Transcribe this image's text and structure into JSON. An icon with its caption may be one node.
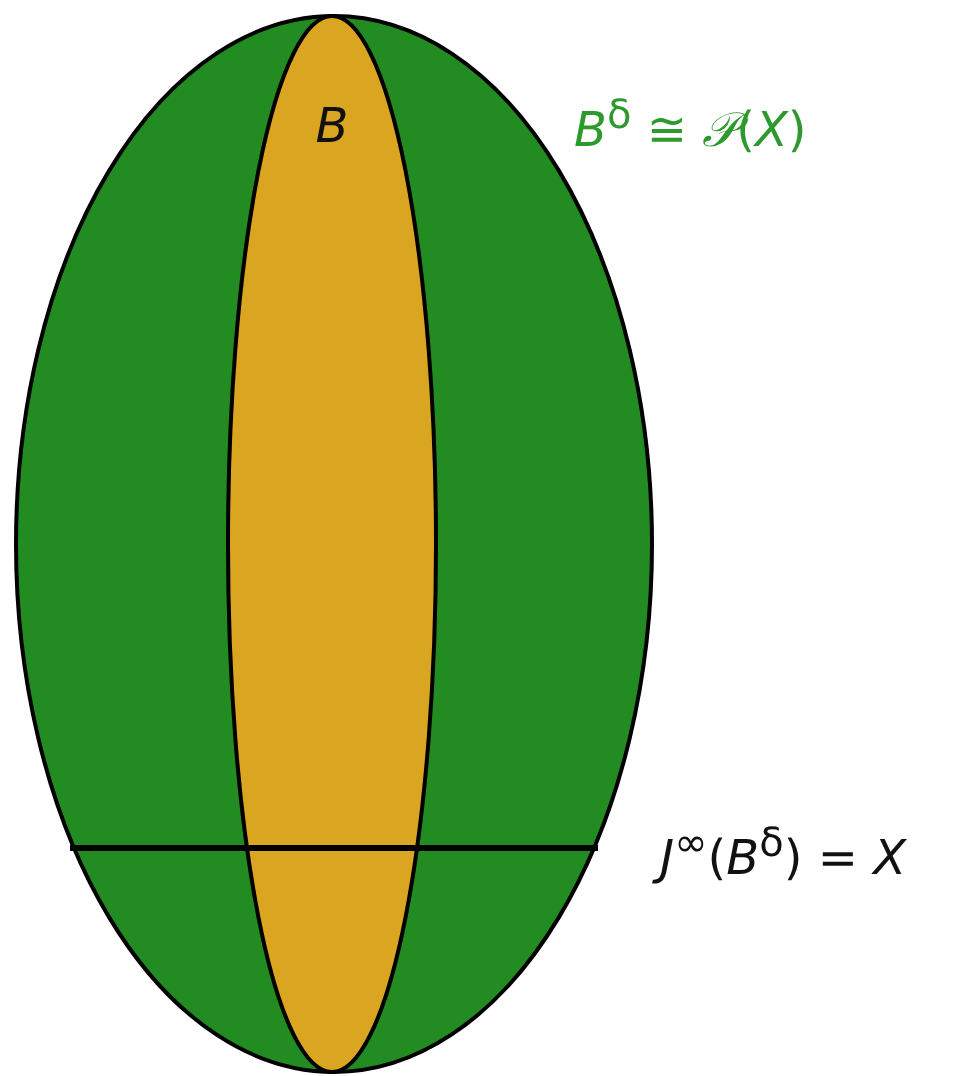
{
  "diagram": {
    "nodes": [
      {
        "text": [],
        "shape": "ellipse",
        "beside": [
          "*B*$^{δ}$ ≅ *𝒫*(*X*)"
        ]
      },
      {
        "text": [
          "B"
        ],
        "in": 0
      }
    ],
    "labels": [
      "*J*$^{∞}$(*B*$^{δ}$) = *X*"
    ]
  }
}
